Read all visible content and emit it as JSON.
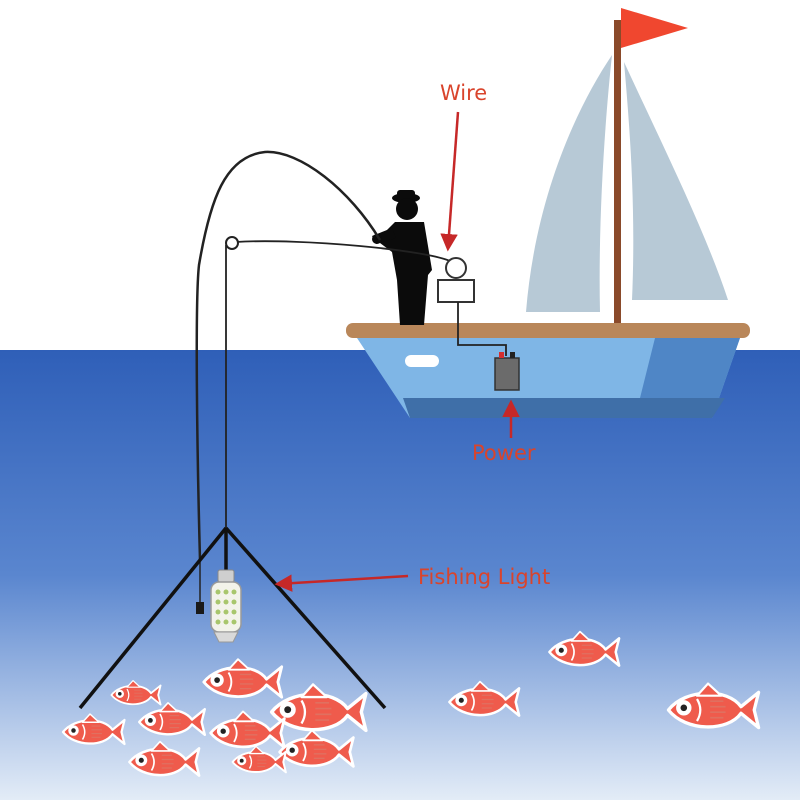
{
  "labels": {
    "wire": "Wire",
    "power": "Power",
    "fishing_light": "Fishing Light"
  },
  "colors": {
    "sky": "#ffffff",
    "sea_top": "#2f5fb8",
    "sea_bottom": "#dfe9f6",
    "boat_hull": "#7fb6e6",
    "boat_hull_dark": "#3f6fa8",
    "deck": "#b9875a",
    "sail": "#b7c9d6",
    "mast": "#8a4a2a",
    "flag": "#f0472f",
    "fish": "#ef5b4c",
    "label": "#d9442c",
    "arrow": "#c62828"
  },
  "icons": {
    "fisherman": "fisherman-silhouette-icon",
    "boat": "boat-icon",
    "light": "led-fishing-light-icon",
    "battery": "battery-icon",
    "fish": "fish-icon"
  }
}
